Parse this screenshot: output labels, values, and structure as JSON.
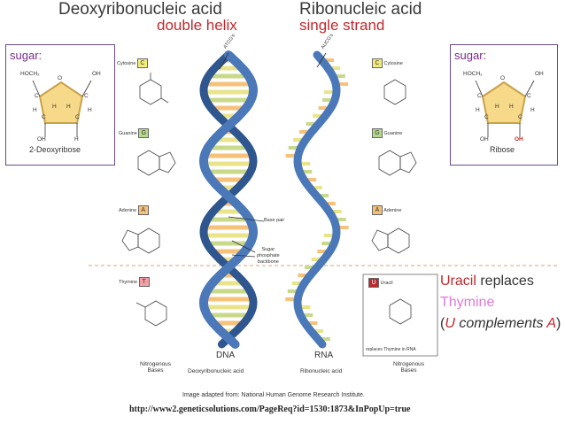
{
  "titles": {
    "dna": "Deoxyribonucleic acid",
    "dna_sub": "double helix",
    "rna": "Ribonucleic acid",
    "rna_sub": "single strand"
  },
  "strand_codes": {
    "dna": "ATCG's",
    "rna": "AUCG's"
  },
  "sugar_left": {
    "heading": "sugar:",
    "caption": "2-Deoxyribose",
    "hoch2": "HOCH₂",
    "oh_top": "OH",
    "h_labels": [
      "H",
      "H",
      "H",
      "H"
    ],
    "c_labels": [
      "C",
      "C",
      "C",
      "C"
    ],
    "o": "O",
    "oh_bottom": "OH",
    "h_bottom": "H"
  },
  "sugar_right": {
    "heading": "sugar:",
    "caption": "Ribose",
    "hoch2": "HOCH₂",
    "oh_top": "OH",
    "h_labels": [
      "H",
      "H",
      "H",
      "H"
    ],
    "c_labels": [
      "C",
      "C",
      "C",
      "C"
    ],
    "o": "O",
    "oh_bottom": "OH",
    "oh_red": "OH"
  },
  "bases_left": [
    {
      "name": "Cytosine",
      "letter": "C",
      "color": "#f3ee7c"
    },
    {
      "name": "Guanine",
      "letter": "G",
      "color": "#b6d98a"
    },
    {
      "name": "Adenine",
      "letter": "A",
      "color": "#f6c27a"
    },
    {
      "name": "Thymine",
      "letter": "T",
      "color": "#f2a0a6"
    }
  ],
  "bases_right": [
    {
      "name": "Cytosine",
      "letter": "C",
      "color": "#f3ee7c"
    },
    {
      "name": "Guanine",
      "letter": "G",
      "color": "#b6d98a"
    },
    {
      "name": "Adenine",
      "letter": "A",
      "color": "#f6c27a"
    }
  ],
  "uracil_box": {
    "name": "Uracil",
    "letter": "U",
    "color": "#c0282d",
    "note": "replaces Thymine in RNA"
  },
  "annotations": {
    "base_pair": "Base pair",
    "sugar_backbone": "Sugar\nphosphate\nbackbone"
  },
  "labels": {
    "dna": "DNA",
    "rna": "RNA",
    "dna_full": "Deoxyribonucleic acid",
    "rna_full": "Ribonucleic acid",
    "nitro_left": "Nitrogenous\nBases",
    "nitro_right": "Nitrogenous\nBases"
  },
  "legend": {
    "uracil": "Uracil",
    "replaces": " replaces",
    "thymine": "Thymine",
    "paren_open": "(",
    "u": "U",
    "complements": " complements ",
    "a": "A",
    "paren_close": ")"
  },
  "colors": {
    "uracil": "#c0282d",
    "thymine": "#e07ad8",
    "backbone": "#4a78b8",
    "backbone_dark": "#2f568e",
    "pair_a": "#f6c27a",
    "pair_b": "#e9e48a",
    "pair_c": "#c9d98a"
  },
  "footer": {
    "line1": "Image adapted from: National Human Genome Research Institute.",
    "line2": "http://www2.geneticsolutions.com/PageReq?id=1530:1873&InPopUp=true"
  }
}
